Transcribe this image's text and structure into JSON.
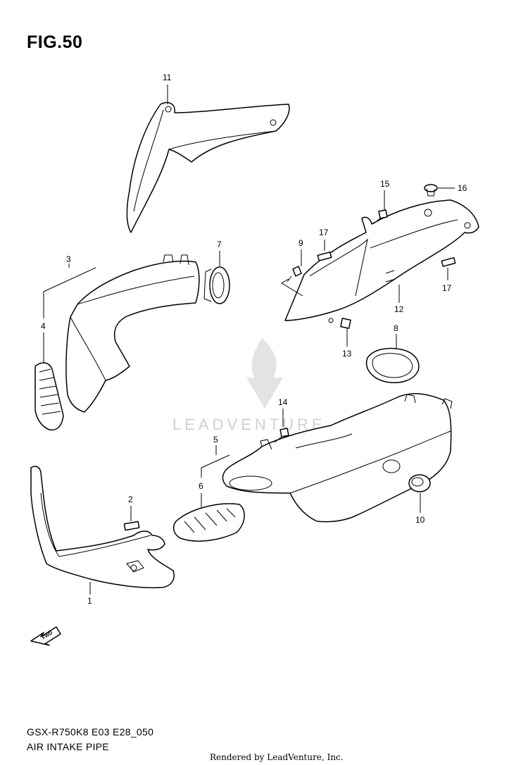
{
  "figure": {
    "title": "FIG.50"
  },
  "parts": [
    {
      "id": "1",
      "label": "1"
    },
    {
      "id": "2",
      "label": "2"
    },
    {
      "id": "3",
      "label": "3"
    },
    {
      "id": "4",
      "label": "4"
    },
    {
      "id": "5",
      "label": "5"
    },
    {
      "id": "6",
      "label": "6"
    },
    {
      "id": "7",
      "label": "7"
    },
    {
      "id": "8",
      "label": "8"
    },
    {
      "id": "9",
      "label": "9"
    },
    {
      "id": "10",
      "label": "10"
    },
    {
      "id": "11",
      "label": "11"
    },
    {
      "id": "12",
      "label": "12"
    },
    {
      "id": "13",
      "label": "13"
    },
    {
      "id": "14",
      "label": "14"
    },
    {
      "id": "15",
      "label": "15"
    },
    {
      "id": "16",
      "label": "16"
    },
    {
      "id": "17a",
      "label": "17"
    },
    {
      "id": "17b",
      "label": "17"
    }
  ],
  "direction_marker": "FWD",
  "watermark": "LEADVENTURE",
  "footer": {
    "model_code": "GSX-R750K8 E03 E28_050",
    "section_name": "AIR INTAKE PIPE",
    "credit": "Rendered by LeadVenture, Inc."
  },
  "colors": {
    "line": "#000000",
    "background": "#ffffff",
    "watermark": "#d0d0d0"
  }
}
